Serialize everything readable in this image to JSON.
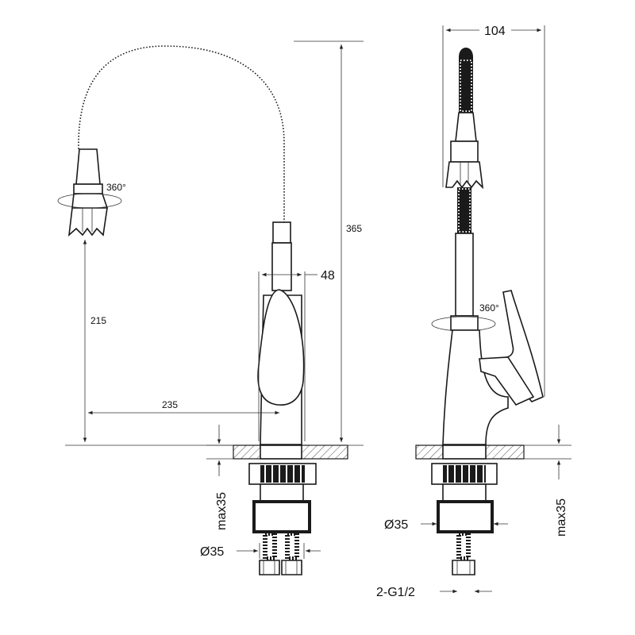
{
  "labels": {
    "height_total": "365",
    "spout_height": "215",
    "spout_reach": "235",
    "body_width": "48",
    "depth": "104",
    "rotation_front": "360°",
    "rotation_side": "360°",
    "max_thickness_front": "max35",
    "max_thickness_side": "max35",
    "diameter_front": "Ø35",
    "diameter_side": "Ø35",
    "thread": "2-G1/2"
  },
  "colors": {
    "line": "#1a1a1a",
    "background": "#ffffff"
  }
}
